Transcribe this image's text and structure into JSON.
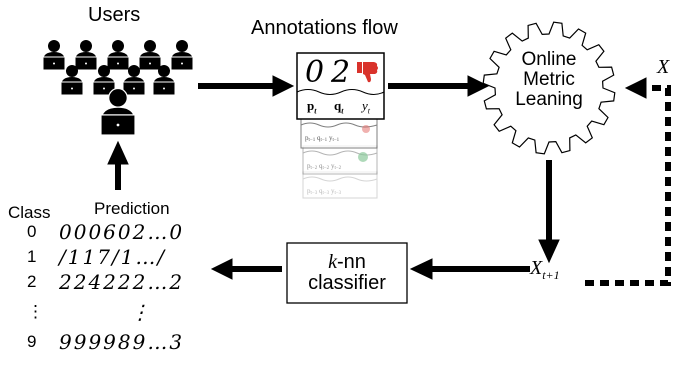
{
  "users_label": "Users",
  "annotations_label": "Annotations flow",
  "oml_label": [
    "Online",
    "Metric",
    "Leaning"
  ],
  "knn_label": [
    "k-nn",
    "classifier"
  ],
  "x_label": "X",
  "x_next_label": "X",
  "x_next_sub": "t+1",
  "card": {
    "digits": [
      "0",
      "2"
    ],
    "vars": [
      "p",
      "q",
      "y"
    ],
    "sub": "t",
    "history_rows": [
      "p t−1  q t−1  y t−1",
      "p t−2  q t−2  y t−2",
      "p t−3  q t−3  y t−3"
    ]
  },
  "prediction": {
    "class_header": "Class",
    "prediction_header": "Prediction",
    "rows": [
      {
        "class": "0",
        "digits": "000602…0"
      },
      {
        "class": "1",
        "digits": "/117/1…/"
      },
      {
        "class": "2",
        "digits": "224222…2"
      },
      {
        "class": "⋮",
        "digits": "⋮"
      },
      {
        "class": "9",
        "digits": "999989…3"
      }
    ]
  },
  "colors": {
    "ink": "#000000",
    "thumb_down": "#d9322b",
    "thumb_up": "#2e9e4a"
  },
  "icons": [
    "user-at-laptop-icon",
    "thumbs-down-icon",
    "gear-icon"
  ]
}
